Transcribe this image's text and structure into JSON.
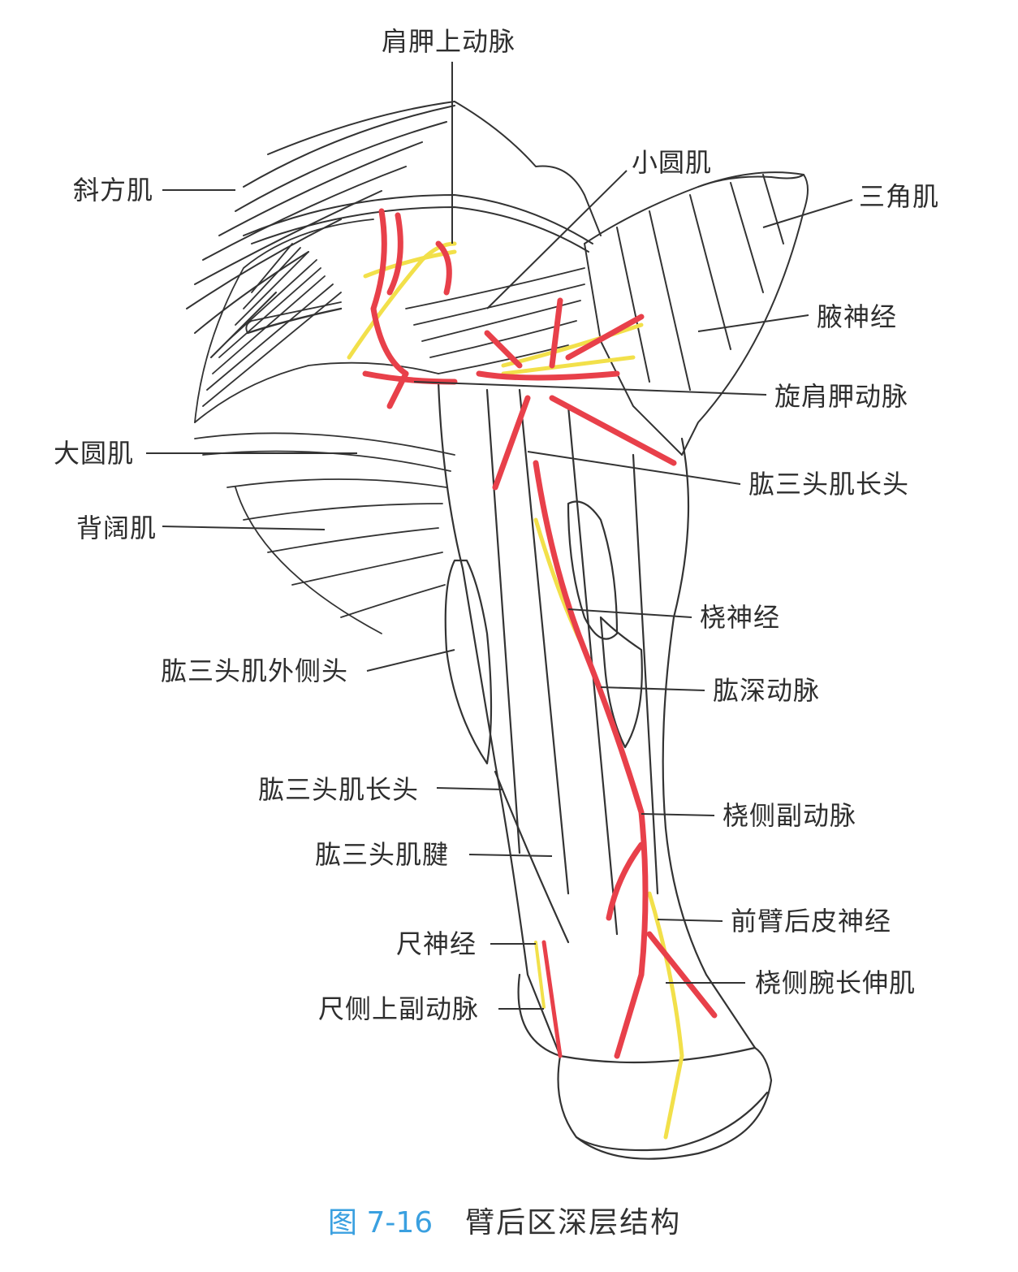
{
  "figure": {
    "caption_number": "图 7-16",
    "caption_title": "臂后区深层结构",
    "colors": {
      "artery": "#e8404a",
      "nerve": "#f2e04a",
      "outline": "#333333",
      "caption_number": "#3aa0e0",
      "caption_title": "#333333",
      "background": "#ffffff"
    }
  },
  "labels": {
    "suprascapular_artery": "肩胛上动脉",
    "teres_minor": "小圆肌",
    "trapezius": "斜方肌",
    "deltoid": "三角肌",
    "axillary_nerve": "腋神经",
    "circumflex_scapular_artery": "旋肩胛动脉",
    "teres_major": "大圆肌",
    "triceps_long_head_upper": "肱三头肌长头",
    "latissimus_dorsi": "背阔肌",
    "radial_nerve": "桡神经",
    "triceps_lateral_head": "肱三头肌外侧头",
    "deep_brachial_artery": "肱深动脉",
    "triceps_long_head_lower": "肱三头肌长头",
    "radial_collateral_artery": "桡侧副动脉",
    "triceps_tendon": "肱三头肌腱",
    "posterior_cutaneous_nerve_forearm": "前臂后皮神经",
    "ulnar_nerve": "尺神经",
    "extensor_carpi_radialis_longus": "桡侧腕长伸肌",
    "superior_ulnar_collateral_artery": "尺侧上副动脉"
  }
}
